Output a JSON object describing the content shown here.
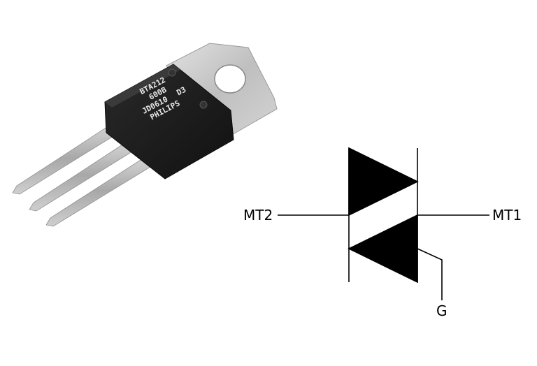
{
  "component": {
    "marking": [
      "BTA212",
      "600B",
      "JD0610",
      "D3",
      "PHILIPS"
    ]
  },
  "symbol": {
    "terminal_left": "MT2",
    "terminal_right": "MT1",
    "terminal_gate": "G"
  },
  "colors": {
    "background": "#ffffff",
    "symbol_stroke": "#000000",
    "package_body": "#1c1c1c",
    "tab_metal": "#c9c9c9",
    "lead_metal": "#bdbdbd"
  }
}
